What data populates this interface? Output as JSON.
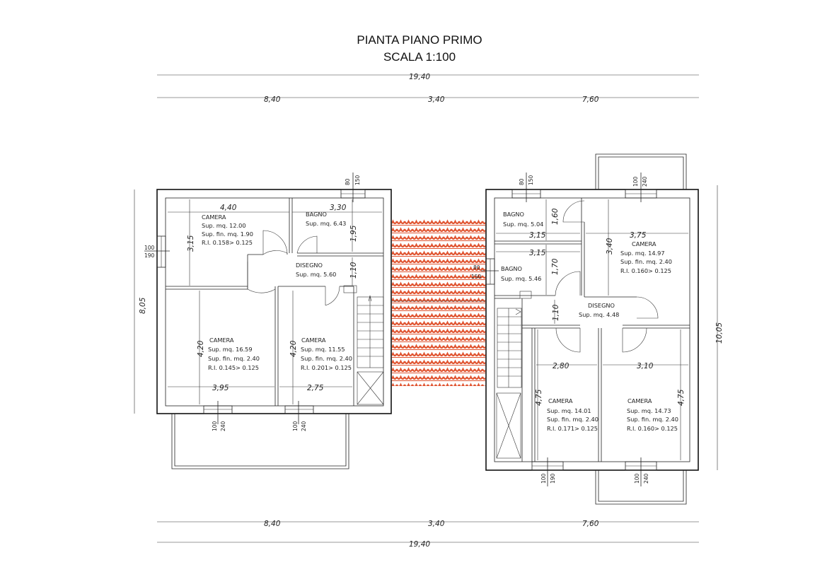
{
  "title": {
    "line1": "PIANTA PIANO PRIMO",
    "line2": "SCALA 1:100"
  },
  "dimensions": {
    "total": "19,40",
    "left": "8,40",
    "middle": "3,40",
    "right": "7,60",
    "left_height": "8,05",
    "right_height": "10,05"
  },
  "rooms": {
    "camera_nw": {
      "name": "CAMERA",
      "sup": "Sup. mq. 12.00",
      "supfin": "Sup. fin. mq. 1.90",
      "ri": "R.I. 0.158> 0.125",
      "dim_w": "4,40",
      "dim_h": "3,15"
    },
    "bagno_l": {
      "name": "BAGNO",
      "sup": "Sup. mq. 6.43",
      "dim_w": "3,30",
      "dim_h": "1,95"
    },
    "disegno_l": {
      "name": "DISEGNO",
      "sup": "Sup. mq. 5.60",
      "dim_h": "1,10"
    },
    "camera_sw": {
      "name": "CAMERA",
      "sup": "Sup. mq. 16.59",
      "supfin": "Sup. fin. mq. 2.40",
      "ri": "R.I. 0.145> 0.125",
      "dim_w": "3,95",
      "dim_h": "4,20"
    },
    "camera_sm": {
      "name": "CAMERA",
      "sup": "Sup. mq. 11.55",
      "supfin": "Sup. fin. mq. 2.40",
      "ri": "R.I. 0.201> 0.125",
      "dim_w": "2,75",
      "dim_h": "4,20"
    },
    "bagno_r1": {
      "name": "BAGNO",
      "sup": "Sup. mq. 5.04",
      "dim_w": "3,15",
      "dim_h": "1,60"
    },
    "bagno_r2": {
      "name": "BAGNO",
      "sup": "Sup. mq. 5.46",
      "dim_w": "3,15",
      "dim_h": "1,70"
    },
    "camera_ne": {
      "name": "CAMERA",
      "sup": "Sup. mq. 14.97",
      "supfin": "Sup. fin. mq. 2.40",
      "ri": "R.I. 0.160> 0.125",
      "dim_w": "3,75",
      "dim_h": "3,40"
    },
    "disegno_r": {
      "name": "DISEGNO",
      "sup": "Sup. mq. 4.48",
      "dim_h": "1,10"
    },
    "camera_se1": {
      "name": "CAMERA",
      "sup": "Sup. mq. 14.01",
      "supfin": "Sup. fin. mq. 2.40",
      "ri": "R.I. 0.171> 0.125",
      "dim_w": "2,80",
      "dim_h": "4,75"
    },
    "camera_se2": {
      "name": "CAMERA",
      "sup": "Sup. mq. 14.73",
      "supfin": "Sup. fin. mq. 2.40",
      "ri": "R.I. 0.160> 0.125",
      "dim_w": "3,10",
      "dim_h": "4,75"
    }
  },
  "windows": {
    "w80_150": [
      "80",
      "150"
    ],
    "w100_240": [
      "100",
      "240"
    ],
    "w100_190": [
      "100",
      "190"
    ]
  },
  "colors": {
    "roof_tiles": "#e0532f",
    "lines": "#111111"
  }
}
